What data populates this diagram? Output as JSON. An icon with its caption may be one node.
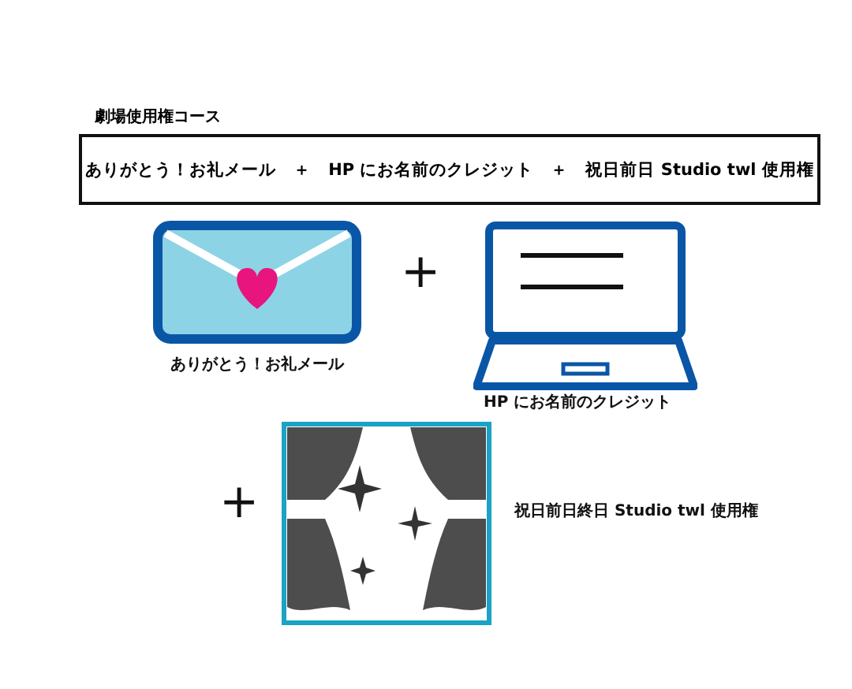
{
  "diagram": {
    "nodes": [
      {
        "text": [
          "劇場使用権コース",
          "ありがとう！お礼メール　＋　HP にお名前のクレジット　＋　祝日前日 Studio twl 使用権"
        ]
      }
    ],
    "labels": [
      "+",
      "ありがとう！お礼メール",
      "HP にお名前のクレジット",
      "+",
      "祝日前日終日 Studio twl 使用権"
    ]
  }
}
